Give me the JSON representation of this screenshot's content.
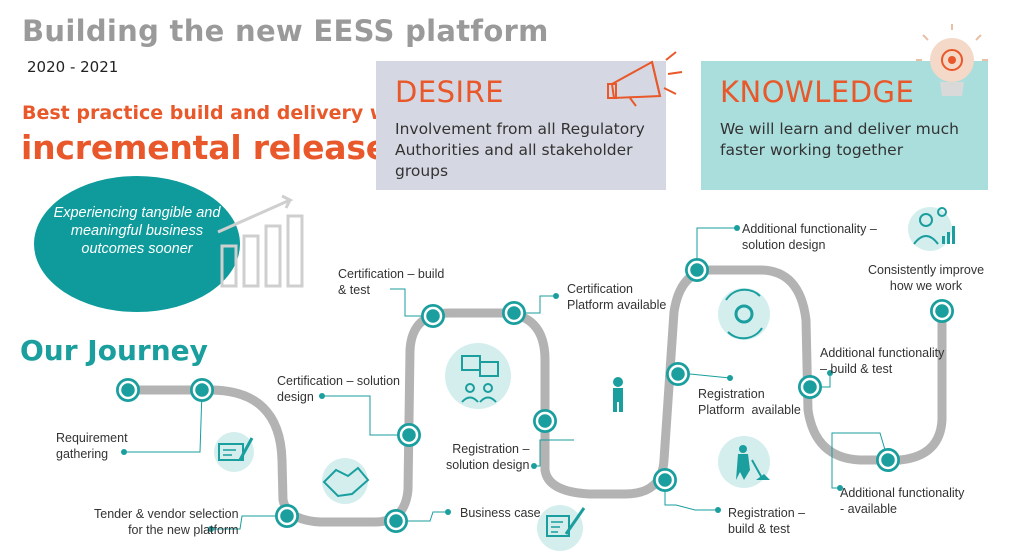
{
  "header": {
    "title": "Building the new EESS platform",
    "years": "2020 - 2021",
    "subtitle_line1": "Best practice build and delivery with",
    "subtitle_line2": "incremental releases"
  },
  "desire": {
    "title": "DESIRE",
    "text": "Involvement from all Regulatory Authorities and all stakeholder groups"
  },
  "knowledge": {
    "title": "KNOWLEDGE",
    "text": "We will learn and deliver much faster working together"
  },
  "oval": {
    "text": "Experiencing tangible and meaningful business outcomes sooner"
  },
  "journey": {
    "title": "Our Journey",
    "milestones": [
      {
        "label": "Requirement\ngathering"
      },
      {
        "label": "Tender & vendor selection\nfor the new platform"
      },
      {
        "label": "Business case"
      },
      {
        "label": "Certification – solution\ndesign"
      },
      {
        "label": "Certification – build\n& test"
      },
      {
        "label": "Certification\nPlatform available"
      },
      {
        "label": "Registration –\nsolution design"
      },
      {
        "label": "Registration –\nbuild & test"
      },
      {
        "label": "Registration\nPlatform  available"
      },
      {
        "label": "Additional functionality –\nsolution design"
      },
      {
        "label": "Additional functionality\n– build & test"
      },
      {
        "label": "Additional functionality\n- available"
      },
      {
        "label": "Consistently improve\nhow we work"
      }
    ]
  },
  "colors": {
    "accent": "#e8582a",
    "teal": "#1a9e9e",
    "path": "#b3b3b3",
    "title_gray": "#9a9a9a"
  },
  "icons": [
    "megaphone-icon",
    "lightbulb-gear-icon",
    "growth-bars-icon",
    "checklist-pen-icon",
    "handshake-icon",
    "chat-people-icon",
    "person-icon",
    "gears-cycle-icon",
    "worker-shovel-icon",
    "person-chart-icon",
    "document-pen-icon"
  ]
}
